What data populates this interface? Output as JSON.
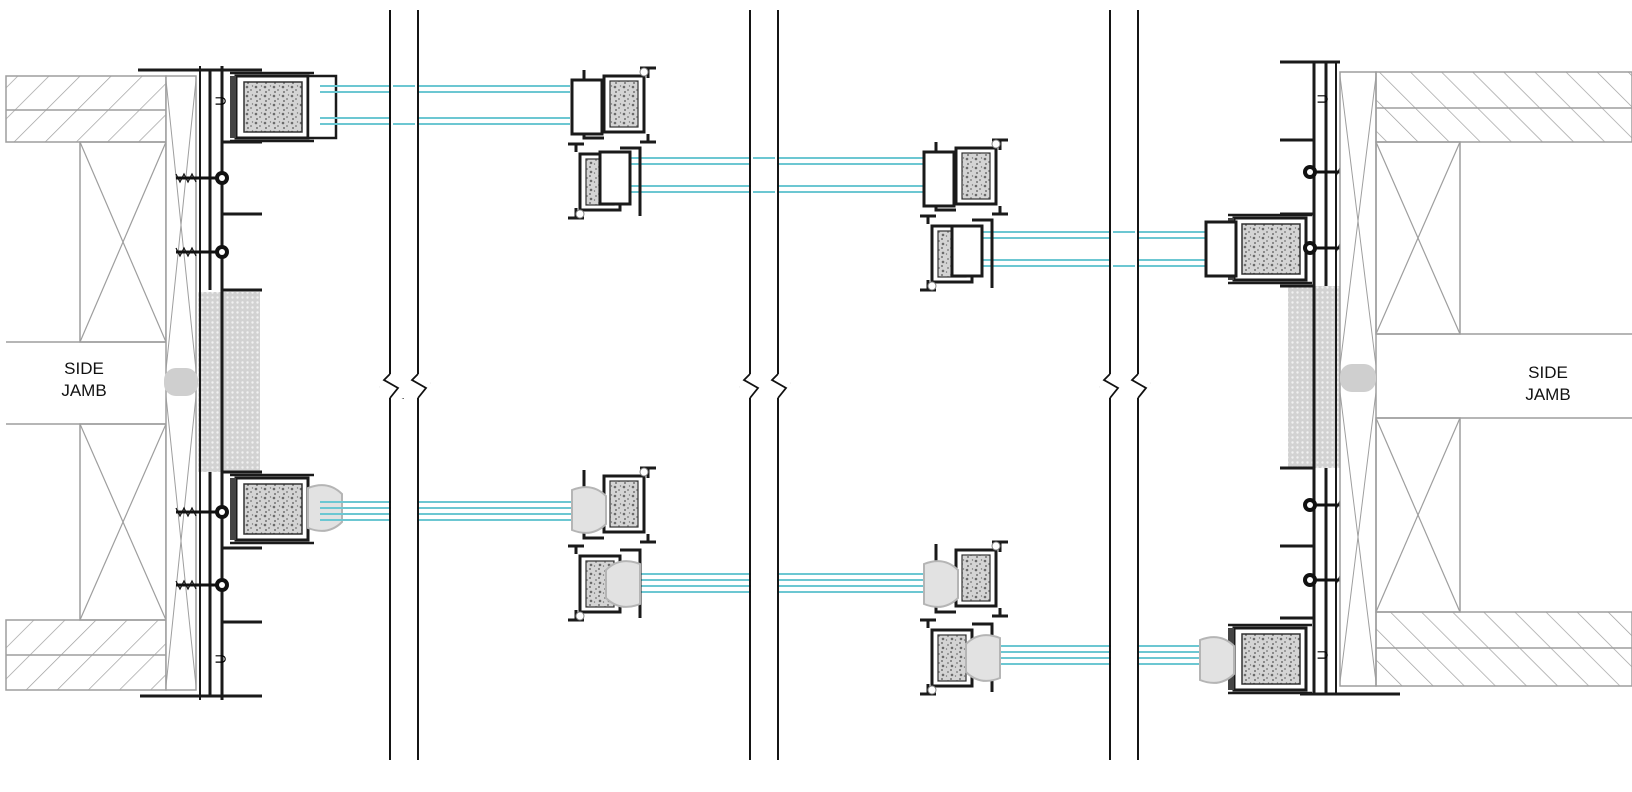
{
  "labels": {
    "left_jamb_line1": "SIDE",
    "left_jamb_line2": "JAMB",
    "right_jamb_line1": "SIDE",
    "right_jamb_line2": "JAMB"
  },
  "colors": {
    "wood_outline": "#9e9e9e",
    "profile": "#1a1a1a",
    "insulation": "#c9c9c9",
    "glass": "#6cc7d2",
    "gasket": "#bdbdbd",
    "break_line": "#111111"
  },
  "icons": [
    "screw-icon",
    "break-line-icon",
    "insulated-profile-icon"
  ]
}
